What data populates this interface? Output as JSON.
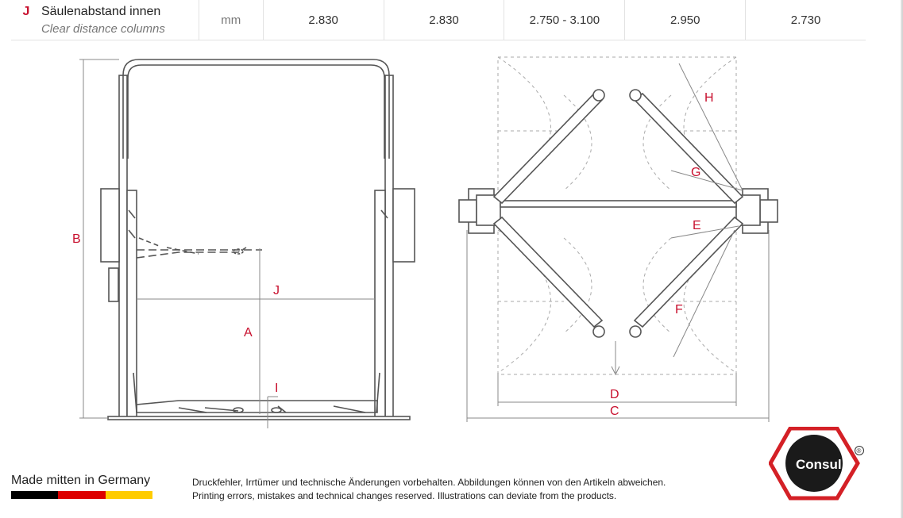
{
  "spec_row": {
    "letter": "J",
    "label_de": "Säulenabstand innen",
    "label_en": "Clear distance columns",
    "unit": "mm",
    "values": [
      "2.830",
      "2.830",
      "2.750 - 3.100",
      "2.950",
      "2.730"
    ]
  },
  "drawing_labels": {
    "front": {
      "A": "A",
      "B": "B",
      "I": "I",
      "J": "J"
    },
    "top": {
      "C": "C",
      "D": "D",
      "E": "E",
      "F": "F",
      "G": "G",
      "H": "H"
    }
  },
  "footer": {
    "made_in": "Made mitten in Germany",
    "disclaimer_de": "Druckfehler, Irrtümer und technische Änderungen vorbehalten. Abbildungen können von den Artikeln abweichen.",
    "disclaimer_en": "Printing errors, mistakes and technical changes reserved. Illustrations can deviate from the products.",
    "flag_colors": [
      "#000000",
      "#dd0000",
      "#ffcc00"
    ]
  },
  "logo": {
    "text": "Consul",
    "mark": "®",
    "colors": {
      "ring": "#d42026",
      "disc": "#1a1a1a"
    }
  },
  "colors": {
    "accent": "#c8102e",
    "line": "#555555"
  }
}
